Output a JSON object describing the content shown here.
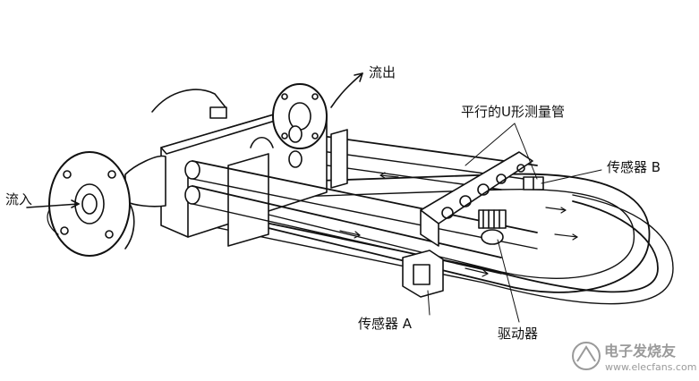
{
  "labels": {
    "outflow": "流出",
    "inflow": "流入",
    "tubes": "平行的U形测量管",
    "sensor_b": "传感器 B",
    "sensor_a": "传感器 A",
    "driver": "驱动器"
  },
  "watermark": {
    "brand": "电子发烧友",
    "url": "www.elecfans.com"
  },
  "colors": {
    "ink": "#111111",
    "watermark": "#9a9a9a"
  }
}
